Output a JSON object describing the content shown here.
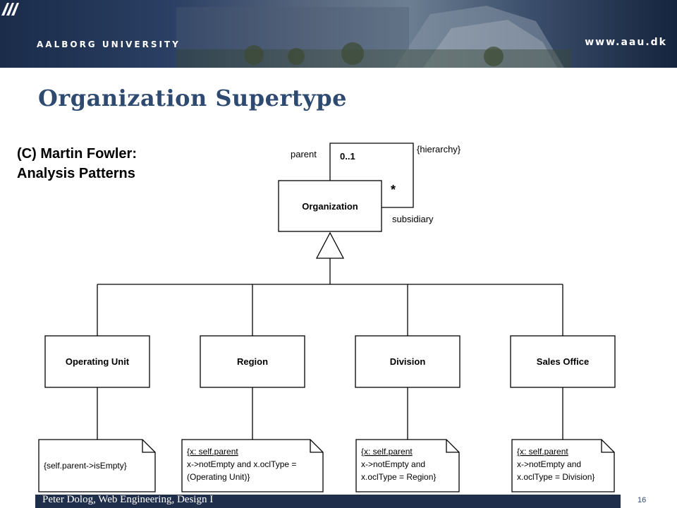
{
  "header": {
    "university_name": "AALBORG UNIVERSITY",
    "url": "www.aau.dk"
  },
  "slide": {
    "title": "Organization Supertype",
    "credit_line1": "(C) Martin Fowler:",
    "credit_line2": "Analysis Patterns"
  },
  "diagram": {
    "root_class": "Organization",
    "association": {
      "parent_role": "parent",
      "parent_multiplicity": "0..1",
      "child_multiplicity": "*",
      "child_role": "subsidiary",
      "constraint": "{hierarchy}"
    },
    "subtypes": [
      "Operating Unit",
      "Region",
      "Division",
      "Sales Office"
    ],
    "notes": [
      [
        "{self.parent->isEmpty}"
      ],
      [
        "{x: self.parent",
        "x->notEmpty and x.oclType =",
        "(Operating Unit)}"
      ],
      [
        "{x: self.parent",
        "x->notEmpty and",
        "x.oclType = Region}"
      ],
      [
        "{x: self.parent",
        "x->notEmpty and",
        "x.oclType = Division}"
      ]
    ]
  },
  "footer": {
    "text": "Peter Dolog, Web Engineering, Design I",
    "page_number": "16"
  }
}
